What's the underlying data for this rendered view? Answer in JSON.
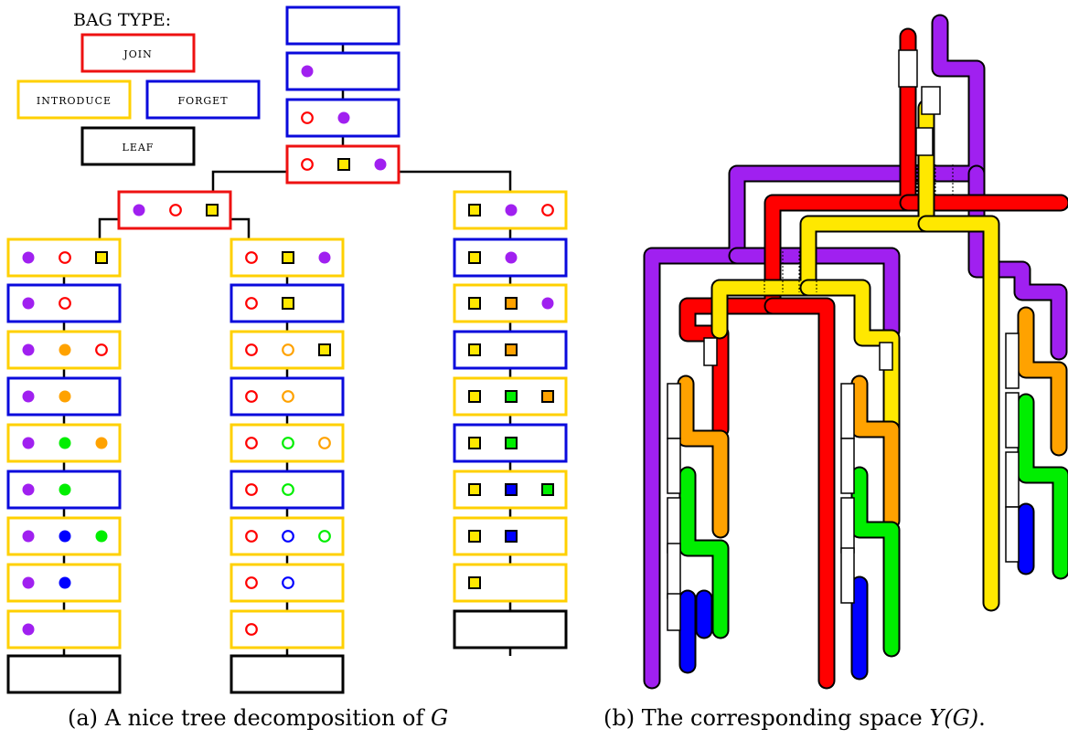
{
  "legend": {
    "title": "BAG TYPE:",
    "join": "JOIN",
    "introduce": "INTRODUCE",
    "forget": "FORGET",
    "leaf": "LEAF"
  },
  "colors": {
    "join": "#ee1111",
    "introduce": "#ffd000",
    "forget": "#0a0adc",
    "leaf": "#000000",
    "purple": "#a020f0",
    "red": "#ff0000",
    "yellow": "#ffe800",
    "orange": "#ffa200",
    "green": "#00ee00",
    "blue": "#0000ff"
  },
  "tree": {
    "top": [
      {
        "type": "forget",
        "tokens": []
      },
      {
        "type": "forget",
        "tokens": [
          "purple-filled"
        ]
      },
      {
        "type": "forget",
        "tokens": [
          "red-open",
          "purple-filled"
        ]
      },
      {
        "type": "join",
        "tokens": [
          "red-open",
          "yellow-square",
          "purple-filled"
        ]
      }
    ],
    "left_join": {
      "type": "join",
      "tokens": [
        "purple-filled",
        "red-open",
        "yellow-square"
      ]
    },
    "column_a": [
      {
        "type": "introduce",
        "tokens": [
          "purple-filled",
          "red-open",
          "yellow-square"
        ]
      },
      {
        "type": "forget",
        "tokens": [
          "purple-filled",
          "red-open"
        ]
      },
      {
        "type": "introduce",
        "tokens": [
          "purple-filled",
          "orange-filled",
          "red-open"
        ]
      },
      {
        "type": "forget",
        "tokens": [
          "purple-filled",
          "orange-filled"
        ]
      },
      {
        "type": "introduce",
        "tokens": [
          "purple-filled",
          "green-filled",
          "orange-filled"
        ]
      },
      {
        "type": "forget",
        "tokens": [
          "purple-filled",
          "green-filled"
        ]
      },
      {
        "type": "introduce",
        "tokens": [
          "purple-filled",
          "blue-filled",
          "green-filled"
        ]
      },
      {
        "type": "introduce",
        "tokens": [
          "purple-filled",
          "blue-filled"
        ]
      },
      {
        "type": "introduce",
        "tokens": [
          "purple-filled"
        ]
      },
      {
        "type": "leaf",
        "tokens": []
      }
    ],
    "column_b": [
      {
        "type": "introduce",
        "tokens": [
          "red-open",
          "yellow-square",
          "purple-filled"
        ]
      },
      {
        "type": "forget",
        "tokens": [
          "red-open",
          "yellow-square"
        ]
      },
      {
        "type": "introduce",
        "tokens": [
          "red-open",
          "orange-open",
          "yellow-square"
        ]
      },
      {
        "type": "forget",
        "tokens": [
          "red-open",
          "orange-open"
        ]
      },
      {
        "type": "introduce",
        "tokens": [
          "red-open",
          "green-open",
          "orange-open"
        ]
      },
      {
        "type": "forget",
        "tokens": [
          "red-open",
          "green-open"
        ]
      },
      {
        "type": "introduce",
        "tokens": [
          "red-open",
          "blue-open",
          "green-open"
        ]
      },
      {
        "type": "introduce",
        "tokens": [
          "red-open",
          "blue-open"
        ]
      },
      {
        "type": "introduce",
        "tokens": [
          "red-open"
        ]
      },
      {
        "type": "leaf",
        "tokens": []
      }
    ],
    "column_c": [
      {
        "type": "introduce",
        "tokens": [
          "yellow-square",
          "purple-filled",
          "red-open"
        ]
      },
      {
        "type": "forget",
        "tokens": [
          "yellow-square",
          "purple-filled"
        ]
      },
      {
        "type": "introduce",
        "tokens": [
          "yellow-square",
          "orange-square",
          "purple-filled"
        ]
      },
      {
        "type": "forget",
        "tokens": [
          "yellow-square",
          "orange-square"
        ]
      },
      {
        "type": "introduce",
        "tokens": [
          "yellow-square",
          "green-square",
          "orange-square"
        ]
      },
      {
        "type": "forget",
        "tokens": [
          "yellow-square",
          "green-square"
        ]
      },
      {
        "type": "introduce",
        "tokens": [
          "yellow-square",
          "blue-square",
          "green-square"
        ]
      },
      {
        "type": "introduce",
        "tokens": [
          "yellow-square",
          "blue-square"
        ]
      },
      {
        "type": "introduce",
        "tokens": [
          "yellow-square"
        ]
      },
      {
        "type": "leaf",
        "tokens": []
      }
    ]
  },
  "captions": {
    "a_text": "(a) A nice tree decomposition of ",
    "a_math": "G",
    "b_text": "(b) The corresponding space ",
    "b_math": "Y(G)",
    "b_end": "."
  }
}
